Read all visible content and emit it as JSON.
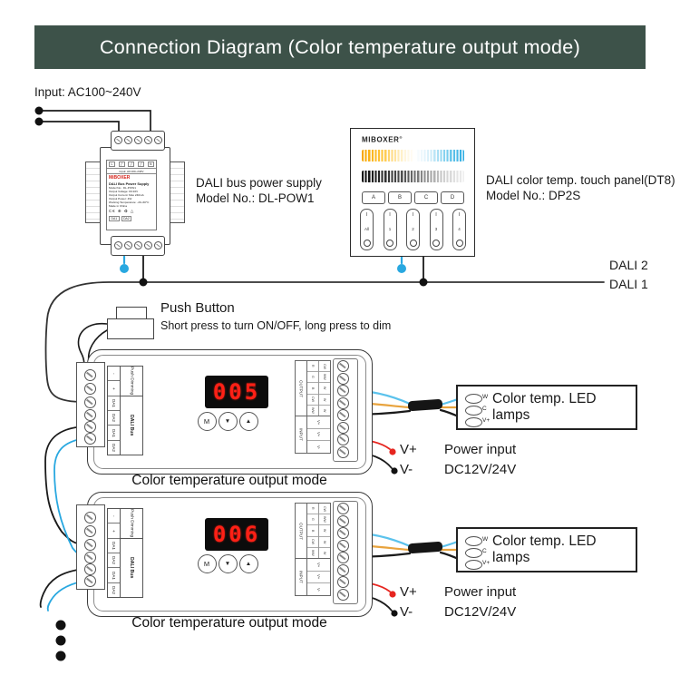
{
  "header": {
    "title": "Connection Diagram (Color temperature output mode)",
    "bg": "#3d5249"
  },
  "labels": {
    "ac_input": "Input: AC100~240V",
    "psu_name": "DALI bus power supply",
    "psu_model": "Model No.: DL-POW1",
    "panel_name": "DALI color temp. touch panel(DT8)",
    "panel_model": "Model No.: DP2S",
    "dali2": "DALI 2",
    "dali1": "DALI 1",
    "push_title": "Push Button",
    "push_sub": "Short press to turn ON/OFF, long press to dim",
    "vplus": "V+",
    "vminus": "V-",
    "power_line1": "Power input",
    "power_line2": "DC12V/24V",
    "lamp": "Color temp. LED lamps",
    "mode_caption": "Color temperature output mode"
  },
  "psu_label": {
    "top": [
      "L",
      "╱",
      "╱",
      "╱",
      "N"
    ],
    "input": "Input: AC100~240V",
    "brand": "MiBOXER",
    "title": "DALI Bus Power Supply",
    "lines": [
      "Model No.: DL-POW1",
      "Output Voltage: DC16V",
      "Output Current: Max 240mA",
      "Output Power: 4W",
      "Working Temperature: -20~60°C",
      "Made in China"
    ],
    "certs": "C€ ⊕ ♻ △",
    "bottom": [
      "DA1",
      "DA2"
    ]
  },
  "panel": {
    "brand": "MIBOXER",
    "reg": "®",
    "groups": [
      "A",
      "B",
      "C",
      "D"
    ],
    "zones": [
      "All",
      "1",
      "2",
      "3",
      "4"
    ],
    "on_mark": "I"
  },
  "controller": {
    "buttons": [
      "M",
      "▼",
      "▲"
    ],
    "left_cells": [
      "-",
      "+",
      "DA1",
      "DA2",
      "DA1",
      "DA2"
    ],
    "left_group1": "Push Dimming",
    "left_group2": "DALI Bus",
    "output": "OUTPUT",
    "input": "INPUT",
    "out_col1": [
      "R",
      "G",
      "B",
      "CW",
      "WW"
    ],
    "out_col2": [
      "CW",
      "WW",
      "W",
      "W",
      "W"
    ],
    "in_cells": [
      "V+",
      "V+",
      "V-"
    ]
  },
  "displays": {
    "ghost": "888",
    "c1": "005",
    "c2": "006"
  },
  "lamp_terminals": [
    "W",
    "C",
    "V+"
  ],
  "colors": {
    "header_bg": "#3d5249",
    "wire_black": "#1a1a1a",
    "wire_blue": "#29a8e0",
    "wire_orange": "#e8a33d",
    "wire_red": "#e6251f",
    "display_red": "#ff2016",
    "gradient_warm": "#f7a600",
    "gradient_cool": "#2aabe2"
  }
}
